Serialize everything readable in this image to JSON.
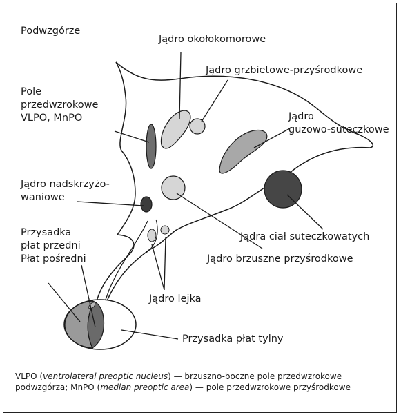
{
  "title": "Podwzgórze",
  "labels": {
    "paraventricular": "Jądro okołokomorowe",
    "dorsomedial": "Jądro grzbietowe-przyśrodkowe",
    "preoptic_line1": "Pole",
    "preoptic_line2": "przedwzrokowe",
    "preoptic_line3": "VLPO, MnPO",
    "tuberomammillary_line1": "Jądro",
    "tuberomammillary_line2": "guzowo-suteczkowe",
    "suprachiasmatic_line1": "Jądro nadskrzyżo-",
    "suprachiasmatic_line2": "waniowe",
    "pituitary_anterior_line1": "Przysadka",
    "pituitary_anterior_line2": "płat przedni",
    "pituitary_intermediate": "Płat pośredni",
    "mammillary_bodies": "Jądra ciał suteczkowatych",
    "ventromedial": "Jądro brzuszne przyśrodkowe",
    "arcuate": "Jądro lejka",
    "pituitary_posterior": "Przysadka płat tylny"
  },
  "caption": {
    "vlpo_abbr": "VLPO (",
    "vlpo_latin": "ventrolateral preoptic nucleus",
    "vlpo_desc": ") — brzuszno-boczne pole przedwzrokowe podwzgórza; MnPO (",
    "mnpo_latin": "median preoptic area",
    "mnpo_desc": ") — pole przedwzrokowe przyśrodkowe"
  },
  "colors": {
    "outline": "#1a1a1a",
    "body_fill": "#ffffff",
    "light_gray": "#d6d6d6",
    "mid_gray": "#a8a8a8",
    "dark_gray": "#6e6e6e",
    "very_dark": "#3c3c3c",
    "mammillary": "#464646",
    "anterior_lobe": "#9a9a9a",
    "intermediate_lobe": "#6a6a6a"
  }
}
